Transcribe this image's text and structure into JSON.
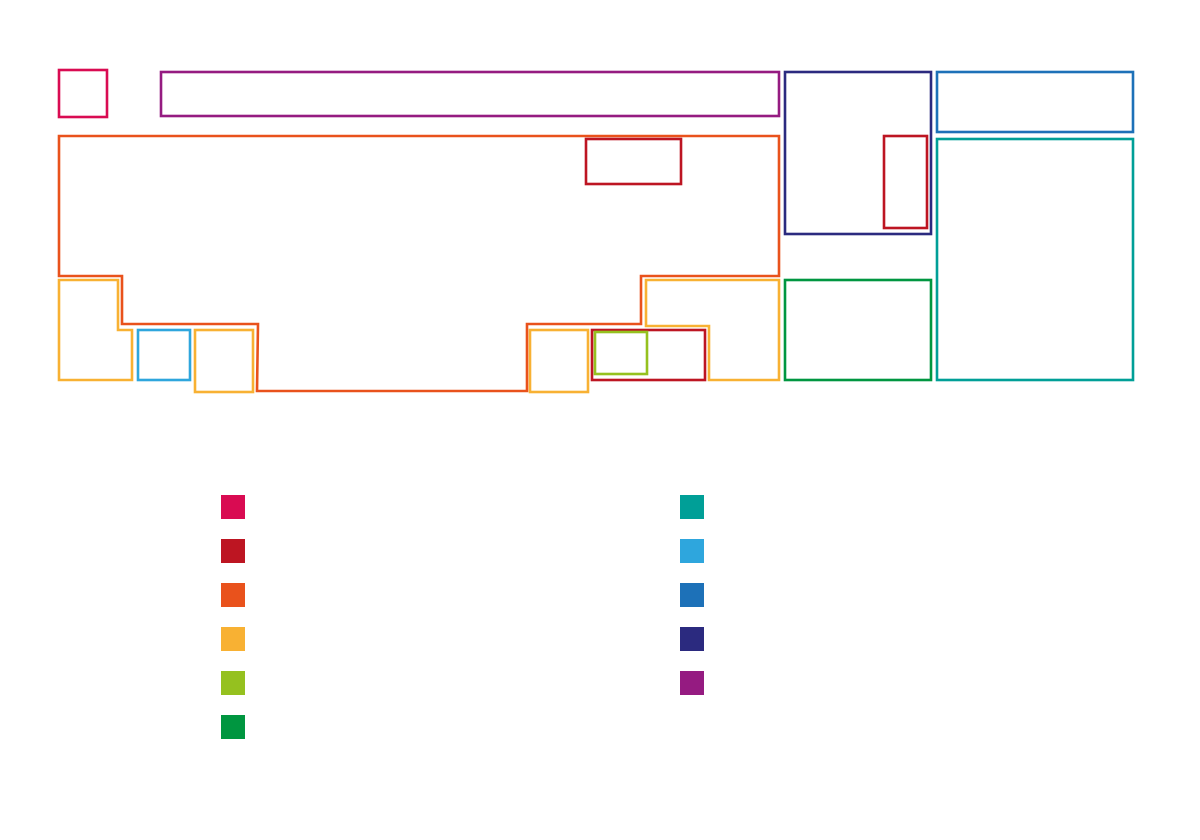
{
  "palette": {
    "crimson": "#d90b52",
    "red": "#bd1522",
    "orange": "#e9521c",
    "yellow": "#f8b133",
    "lime": "#95c11f",
    "green": "#009640",
    "teal": "#009f97",
    "light_blue": "#2ea6dd",
    "blue": "#1d71b8",
    "navy": "#2b2a7f",
    "purple": "#951b81"
  },
  "regions": [
    {
      "name": "region-crimson-square",
      "color": "crimson"
    },
    {
      "name": "region-purple-banner",
      "color": "purple"
    },
    {
      "name": "region-navy-box",
      "color": "navy"
    },
    {
      "name": "region-blue-box",
      "color": "blue"
    },
    {
      "name": "region-orange-main",
      "color": "orange"
    },
    {
      "name": "region-red-top",
      "color": "red"
    },
    {
      "name": "region-red-narrow",
      "color": "red"
    },
    {
      "name": "region-teal-tall",
      "color": "teal"
    },
    {
      "name": "region-yellow-left",
      "color": "yellow"
    },
    {
      "name": "region-lightblue-small",
      "color": "light_blue"
    },
    {
      "name": "region-yellow-small-left",
      "color": "yellow"
    },
    {
      "name": "region-yellow-small-right",
      "color": "yellow"
    },
    {
      "name": "region-yellow-right",
      "color": "yellow"
    },
    {
      "name": "region-red-bottom",
      "color": "red"
    },
    {
      "name": "region-lime-small",
      "color": "lime"
    },
    {
      "name": "region-green-box",
      "color": "green"
    }
  ],
  "legend": [
    {
      "name": "legend-swatch-crimson",
      "color": "crimson"
    },
    {
      "name": "legend-swatch-red",
      "color": "red"
    },
    {
      "name": "legend-swatch-orange",
      "color": "orange"
    },
    {
      "name": "legend-swatch-yellow",
      "color": "yellow"
    },
    {
      "name": "legend-swatch-lime",
      "color": "lime"
    },
    {
      "name": "legend-swatch-green",
      "color": "green"
    },
    {
      "name": "legend-swatch-teal",
      "color": "teal"
    },
    {
      "name": "legend-swatch-light-blue",
      "color": "light_blue"
    },
    {
      "name": "legend-swatch-blue",
      "color": "blue"
    },
    {
      "name": "legend-swatch-navy",
      "color": "navy"
    },
    {
      "name": "legend-swatch-purple",
      "color": "purple"
    }
  ]
}
